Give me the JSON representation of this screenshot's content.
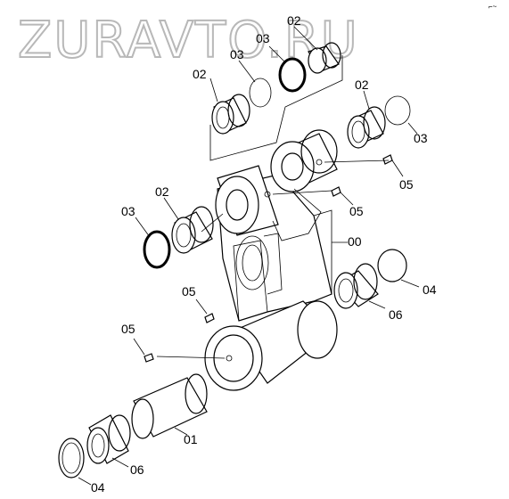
{
  "watermark": "ZURAVTO.RU",
  "corner_mark": "⌐~",
  "labels": {
    "l02_top": "02",
    "l03_top": "03",
    "l03_mid": "03",
    "l02_left": "02",
    "l02_right": "02",
    "l03_right": "03",
    "l05_a": "05",
    "l05_b": "05",
    "l02_mid": "02",
    "l03_left": "03",
    "l00": "00",
    "l04_right": "04",
    "l05_c": "05",
    "l06_right": "06",
    "l05_d": "05",
    "l01": "01",
    "l06_bottom": "06",
    "l04_bottom": "04"
  }
}
